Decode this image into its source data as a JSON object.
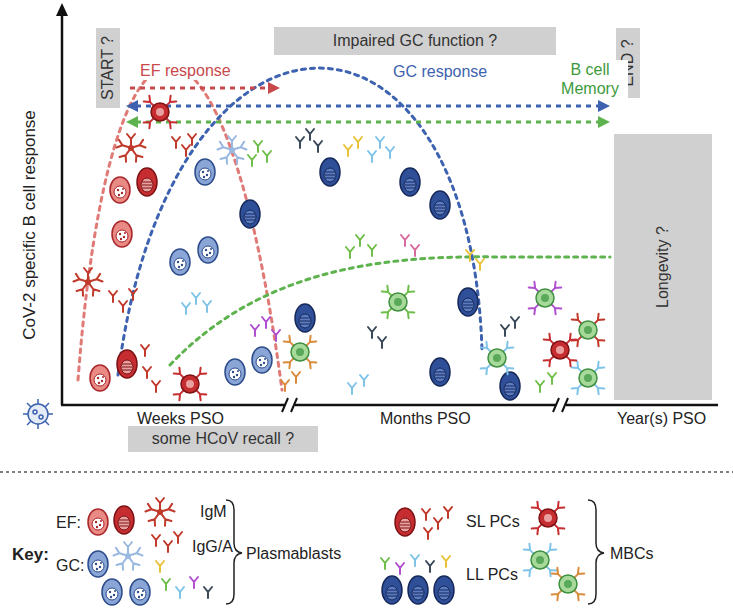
{
  "diagram": {
    "nodes": [
      {
        "text": [
          "START ?"
        ]
      },
      {
        "text": [
          "Impaired GC function ?"
        ]
      },
      {
        "text": [
          "END ?"
        ]
      },
      {
        "text": [
          "Longevity ?"
        ]
      },
      {
        "text": [
          "some HCoV recall ?"
        ]
      }
    ],
    "labels": [
      "EF response",
      "GC response",
      "B cell Memory",
      "CoV-2 specific B cell response",
      "Weeks PSO",
      "Months PSO",
      "Year(s) PSO",
      "Key:",
      "EF:",
      "IgM",
      "IgG/A",
      "GC:",
      "Plasmablasts",
      "SL PCs",
      "LL PCs",
      "MBCs"
    ]
  }
}
